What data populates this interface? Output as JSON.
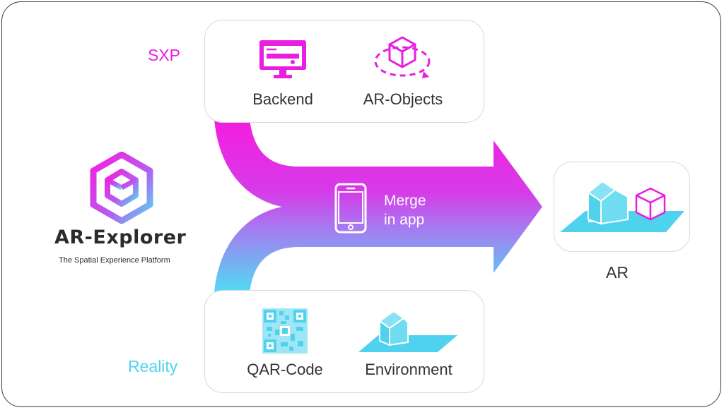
{
  "brand": {
    "name": "AR-Explorer",
    "tagline": "The Spatial Experience Platform"
  },
  "sources": {
    "sxp": {
      "label": "SXP",
      "color": "#e91ee0",
      "items": [
        {
          "label": "Backend",
          "icon": "monitor-icon"
        },
        {
          "label": "AR-Objects",
          "icon": "rotating-cube-icon"
        }
      ]
    },
    "reality": {
      "label": "Reality",
      "color": "#4fd2ee",
      "items": [
        {
          "label": "QAR-Code",
          "icon": "qr-code-icon"
        },
        {
          "label": "Environment",
          "icon": "house-on-plane-icon"
        }
      ]
    }
  },
  "merge": {
    "line1": "Merge",
    "line2": "in app",
    "icon": "smartphone-icon"
  },
  "result": {
    "label": "AR",
    "icon": "ar-scene-icon"
  },
  "colors": {
    "magenta": "#e91ee0",
    "cyan": "#4fd2ee",
    "text": "#333333"
  }
}
